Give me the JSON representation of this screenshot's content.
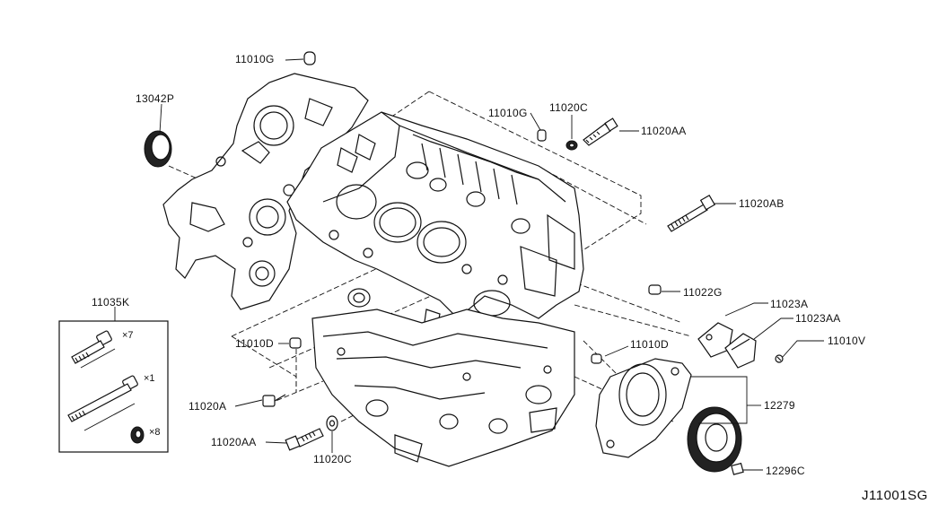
{
  "diagram": {
    "code": "J11001SG",
    "labels": {
      "p13042P": "13042P",
      "p11010G_top": "11010G",
      "p11010G_mid": "11010G",
      "p11020C_top": "11020C",
      "p11020AA_top": "11020AA",
      "p11020AB": "11020AB",
      "p11022G": "11022G",
      "p11023A": "11023A",
      "p11023AA": "11023AA",
      "p11010V": "11010V",
      "p11010D_left": "11010D",
      "p11010D_right": "11010D",
      "p11035K": "11035K",
      "p11020A": "11020A",
      "p11020AA_bot": "11020AA",
      "p11020C_bot": "11020C",
      "p12279": "12279",
      "p12296C": "12296C"
    },
    "kit_quantities": {
      "q1": "×7",
      "q2": "×1",
      "q3": "×8"
    }
  }
}
